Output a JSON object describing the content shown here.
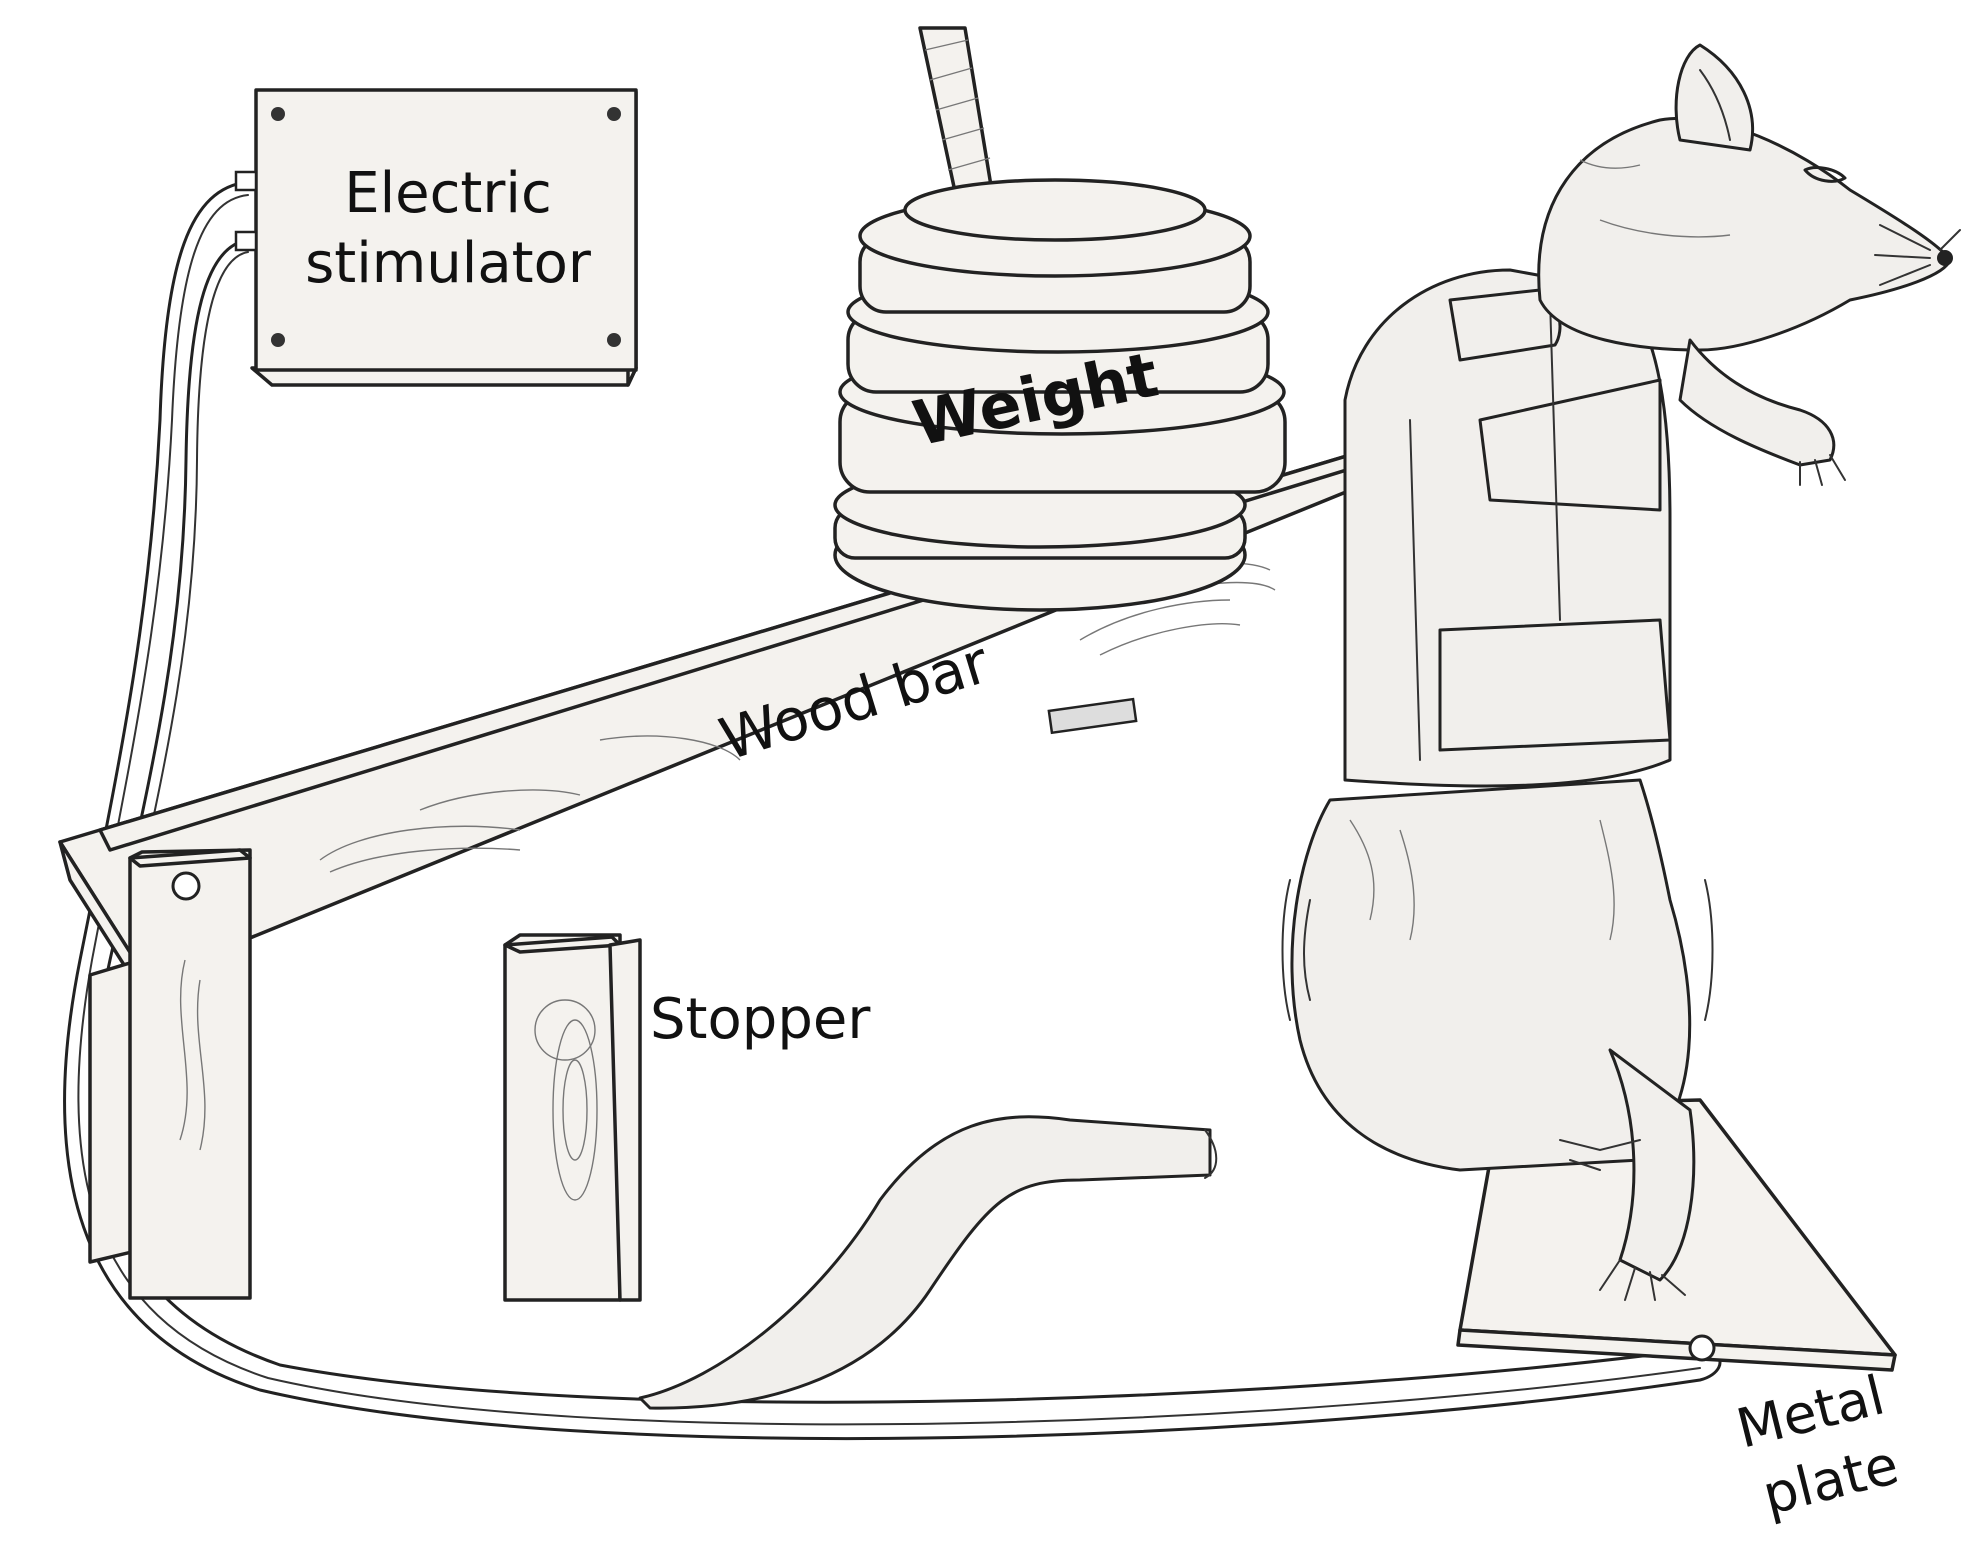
{
  "labels": {
    "stimulator_line1": "Electric",
    "stimulator_line2": "stimulator",
    "weight": "Weight",
    "wood_bar": "Wood bar",
    "stopper": "Stopper",
    "plate_line1": "Metal",
    "plate_line2": "plate"
  }
}
